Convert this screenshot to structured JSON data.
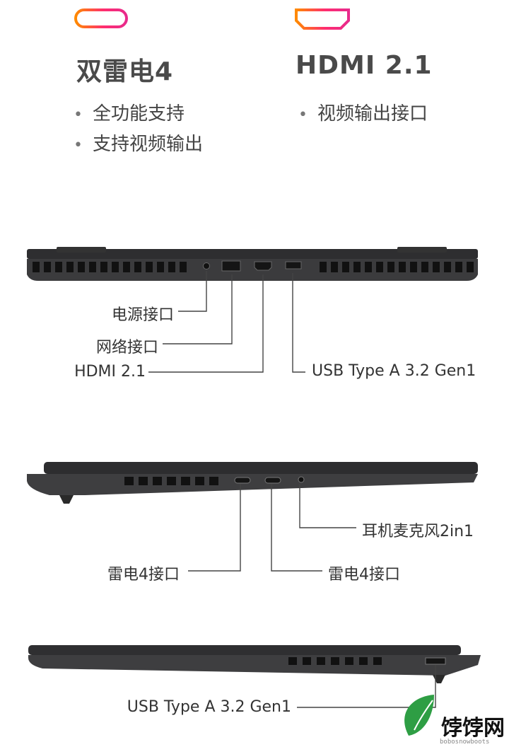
{
  "features": {
    "left": {
      "icon": "usb-c-port-icon",
      "title": "双雷电4",
      "items": [
        "全功能支持",
        "支持视频输出"
      ]
    },
    "right": {
      "icon": "hdmi-port-icon",
      "title": "HDMI 2.1",
      "items": [
        "视频输出接口"
      ]
    },
    "gradient": [
      "#ff8a00",
      "#ff2d6f",
      "#e82a8c"
    ]
  },
  "rear_view": {
    "labels": {
      "power": "电源接口",
      "network": "网络接口",
      "hdmi": "HDMI 2.1",
      "usb": "USB Type A 3.2 Gen1"
    }
  },
  "left_side_view": {
    "labels": {
      "headset": "耳机麦克风2in1",
      "tb4_a": "雷电4接口",
      "tb4_b": "雷电4接口"
    }
  },
  "right_side_view": {
    "labels": {
      "usb": "USB Type A 3.2 Gen1"
    }
  },
  "watermark": {
    "name": "饽饽网",
    "sub": "bobosnowboots",
    "colors": [
      "#8cc63f",
      "#2e9e44"
    ]
  }
}
